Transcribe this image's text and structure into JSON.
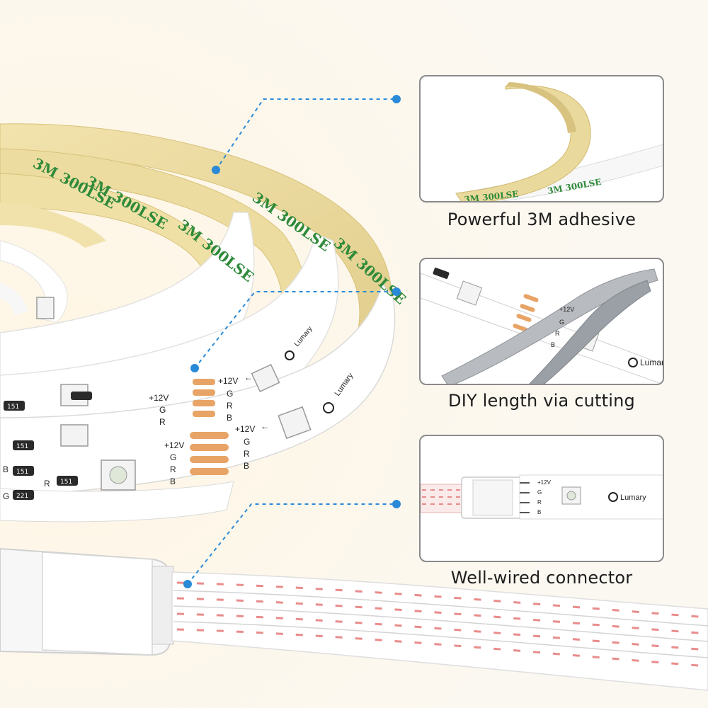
{
  "features": [
    {
      "caption": "Powerful 3M adhesive",
      "icon": "adhesive-tape"
    },
    {
      "caption": "DIY length via cutting",
      "icon": "scissors-cut"
    },
    {
      "caption": "Well-wired connector",
      "icon": "connector"
    }
  ],
  "strip_print": {
    "adhesive_text": "3M 300LSE",
    "brand": "Lumary",
    "voltage": "+12V",
    "arrow": "←",
    "pins": [
      "G",
      "R",
      "B"
    ],
    "resistor_codes": [
      "151",
      "221"
    ]
  },
  "colors": {
    "background": "#fbf8f2",
    "adhesive_tape": "#ead99c",
    "tape_print": "#2f8a3a",
    "copper_pads": "#e7a466",
    "leader_line": "#2a8ad8",
    "panel_border": "#8a8a8a"
  }
}
